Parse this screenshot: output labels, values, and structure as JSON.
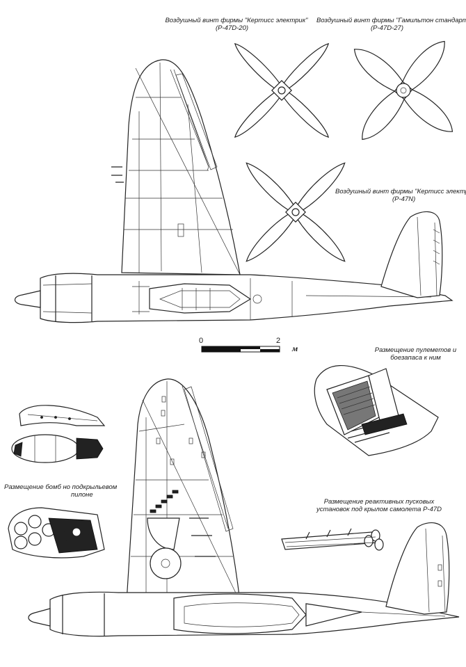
{
  "labels": {
    "prop_curtiss_d20_title": "Воздушный винт фирмы \"Кертисс электрик\"",
    "prop_curtiss_d20_model": "(P-47D-20)",
    "prop_hamilton_title": "Воздушный винт фирмы \"Гамильтон стандарт\"",
    "prop_hamilton_model": "(P-47D-27)",
    "prop_curtiss_n_title": "Воздушный винт фирмы \"Кертисс электрик\"",
    "prop_curtiss_n_model": "(P-47N)",
    "guns_line1": "Размещение пулеметов и",
    "guns_line2": "боезапаса к ним",
    "bombs_line1": "Размещение бомб но подкрыльевом",
    "bombs_line2": "пилоне",
    "rockets_line1": "Размещение реактивных пусковых",
    "rockets_line2": "установок под крылом самолета P-47D"
  },
  "scale_bar": {
    "start": "0",
    "end": "2",
    "unit": "м"
  }
}
